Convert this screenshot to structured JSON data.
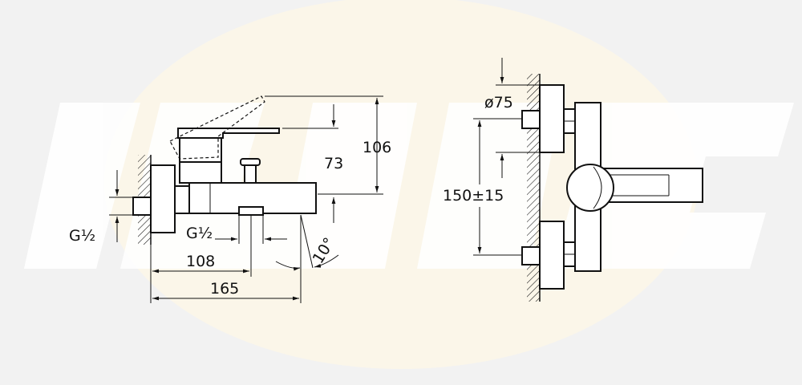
{
  "colors": {
    "background": "#f2f2f2",
    "watermark_ellipse": "#fbf6e9",
    "watermark_letters": "#ffffff",
    "line": "#111111"
  },
  "side_view": {
    "dim_106": "106",
    "dim_73": "73",
    "dim_g_left": "G½",
    "dim_g_spout": "G½",
    "dim_108": "108",
    "dim_165": "165",
    "dim_angle": "10°"
  },
  "front_view": {
    "dim_diameter": "ø75",
    "dim_spacing": "150±15"
  }
}
